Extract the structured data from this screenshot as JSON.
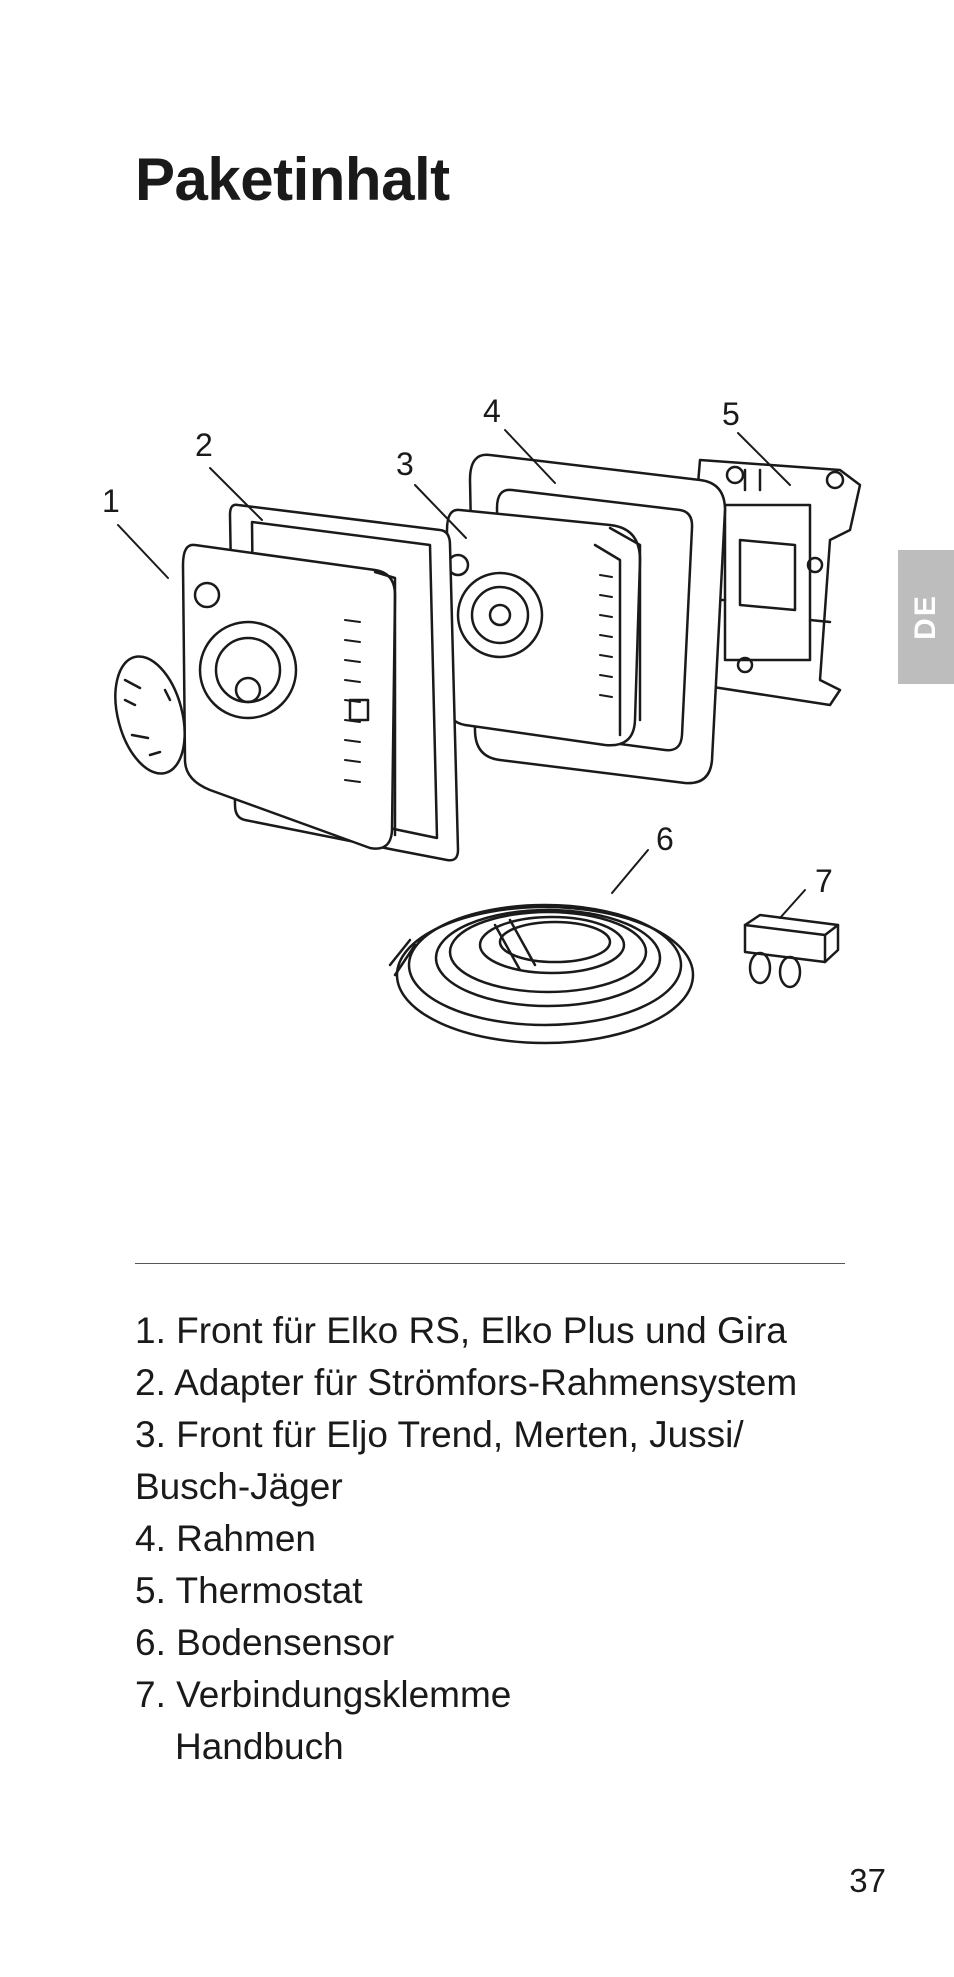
{
  "page": {
    "title": "Paketinhalt",
    "language_tab": "DE",
    "page_number": "37"
  },
  "figure": {
    "callouts": [
      "1",
      "2",
      "3",
      "4",
      "5",
      "6",
      "7"
    ]
  },
  "items": [
    "1. Front für Elko RS, Elko Plus und Gira",
    "2. Adapter für Strömfors-Rahmensystem",
    "3. Front für Eljo Trend, Merten, Jussi/",
    "Busch-Jäger",
    "4. Rahmen",
    "5. Thermostat",
    "6. Bodensensor",
    "7. Verbindungsklemme",
    "Handbuch"
  ]
}
